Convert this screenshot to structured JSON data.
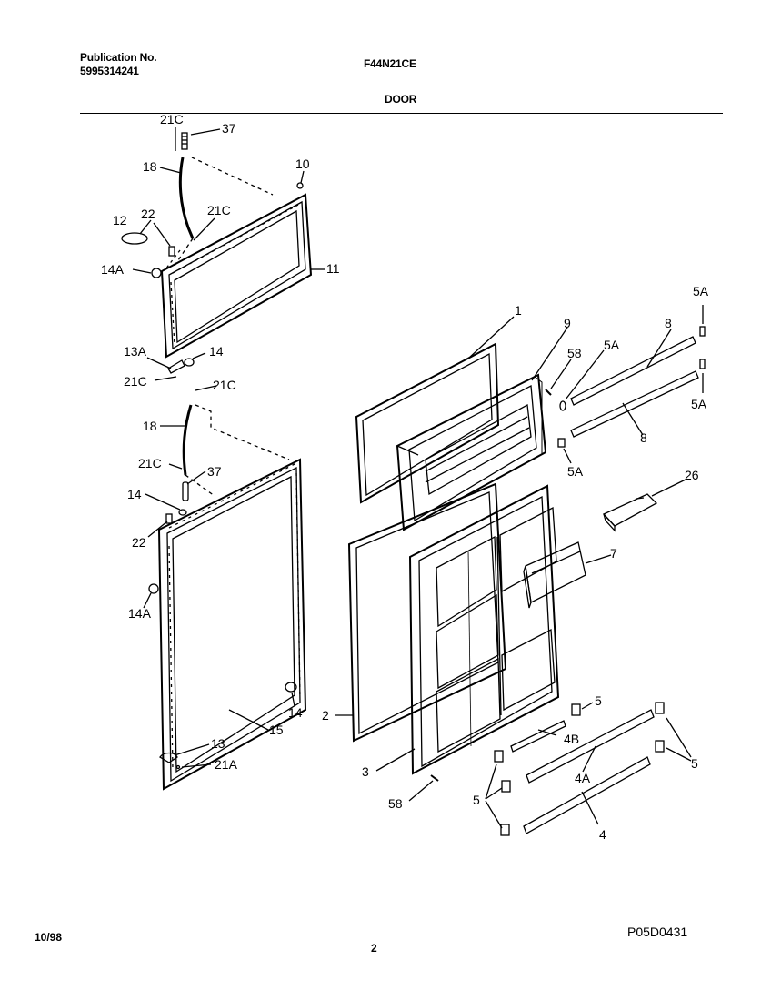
{
  "header": {
    "publication_label": "Publication No.",
    "publication_number": "5995314241",
    "model": "F44N21CE",
    "section": "DOOR"
  },
  "footer": {
    "date": "10/98",
    "page": "2",
    "diagram_code": "P05D0431"
  },
  "callouts": {
    "c21c_a": "21C",
    "c37_a": "37",
    "c18_a": "18",
    "c10": "10",
    "c21c_b": "21C",
    "c22_a": "22",
    "c12": "12",
    "c14a_a": "14A",
    "c11": "11",
    "c13a": "13A",
    "c14_a": "14",
    "c21c_c": "21C",
    "c21c_d": "21C",
    "c18_b": "18",
    "c21c_e": "21C",
    "c37_b": "37",
    "c14_b": "14",
    "c22_b": "22",
    "c14a_b": "14A",
    "c14_c": "14",
    "c15": "15",
    "c13": "13",
    "c21a": "21A",
    "c1": "1",
    "c9": "9",
    "c58_a": "58",
    "c5a_a": "5A",
    "c8_a": "8",
    "c5a_b": "5A",
    "c5a_c": "5A",
    "c8_b": "8",
    "c5a_d": "5A",
    "c26": "26",
    "c7": "7",
    "c2": "2",
    "c3": "3",
    "c58_b": "58",
    "c5_a": "5",
    "c4b": "4B",
    "c5_b": "5",
    "c4a": "4A",
    "c5_c": "5",
    "c4": "4"
  }
}
